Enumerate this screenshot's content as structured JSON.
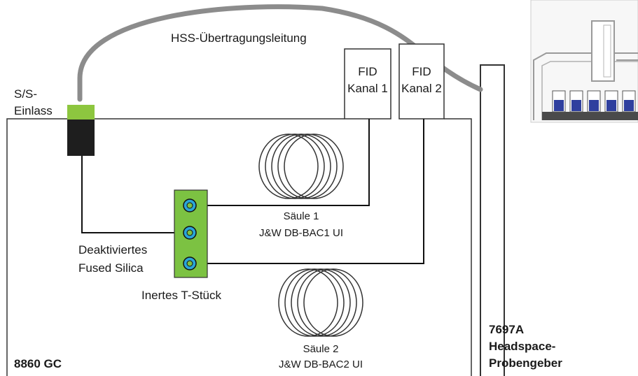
{
  "transfer_line": {
    "label": "HSS-Übertragungsleitung"
  },
  "inlet": {
    "line1": "S/S-",
    "line2": "Einlass"
  },
  "detectors": [
    {
      "line1": "FID",
      "line2": "Kanal 1"
    },
    {
      "line1": "FID",
      "line2": "Kanal 2"
    }
  ],
  "columns": [
    {
      "name": "Säule 1",
      "model": "J&W DB-BAC1 UI"
    },
    {
      "name": "Säule 2",
      "model": "J&W DB-BAC2 UI"
    }
  ],
  "deactivated": {
    "line1": "Deaktiviertes",
    "line2": "Fused Silica"
  },
  "tee": {
    "label": "Inertes T-Stück"
  },
  "gc": {
    "label": "8860 GC"
  },
  "sampler": {
    "line1": "7697A",
    "line2": "Headspace-",
    "line3": "Probengeber"
  },
  "colors": {
    "transfer_line": "#8c8c8c",
    "inlet_green": "#8dc63f",
    "inlet_body": "#1e1e1e",
    "tee_green": "#7cc242",
    "fitting_blue": "#2aa5d8",
    "vial_blue": "#2f3f9e",
    "outline": "#333333"
  }
}
